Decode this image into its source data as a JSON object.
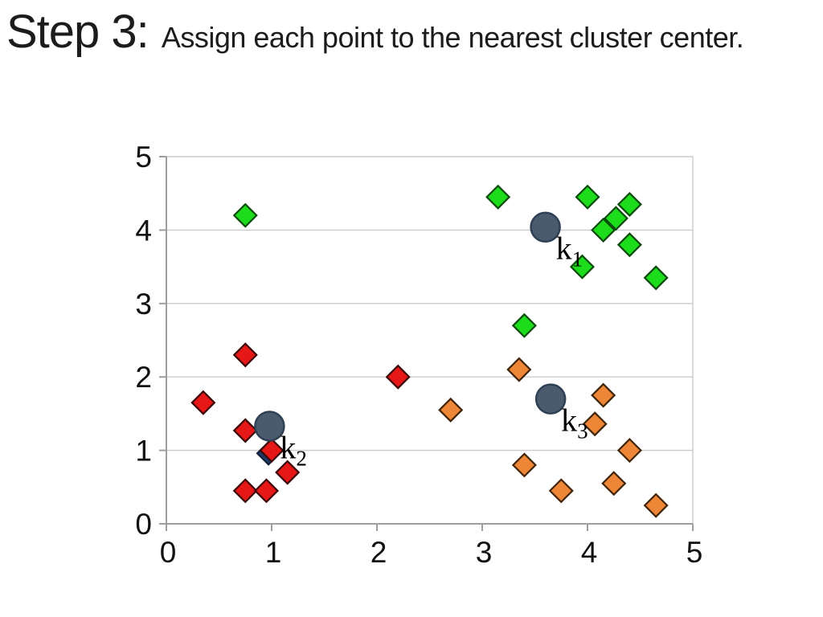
{
  "title": {
    "step": "Step 3:",
    "description": "Assign each point to the nearest cluster center."
  },
  "chart_data": {
    "type": "scatter",
    "title": "",
    "xlabel": "",
    "ylabel": "",
    "xlim": [
      0,
      5
    ],
    "ylim": [
      0,
      5
    ],
    "xticks": [
      "0",
      "1",
      "2",
      "3",
      "4",
      "5"
    ],
    "yticks": [
      "0",
      "1",
      "2",
      "3",
      "4",
      "5"
    ],
    "grid": "horizontal-only",
    "legend": "none",
    "colors": {
      "grid": "#cccccc",
      "axis": "#9e9e9e",
      "tick_text": "#111111",
      "center_fill": "#4a5b6e",
      "center_stroke": "#2f3f54",
      "label_text": "#000000"
    },
    "series": [
      {
        "name": "unassigned-navy-underlay",
        "marker": "diamond",
        "fill": "#1f3864",
        "stroke": "#10203c",
        "points": [
          [
            0.97,
            0.96
          ]
        ]
      },
      {
        "name": "cluster-1-green",
        "marker": "diamond",
        "fill": "#1cdc1c",
        "stroke": "#0a4a0a",
        "points": [
          [
            0.75,
            4.2
          ],
          [
            3.15,
            4.45
          ],
          [
            4.0,
            4.45
          ],
          [
            4.4,
            4.35
          ],
          [
            4.27,
            4.16
          ],
          [
            4.15,
            4.0
          ],
          [
            4.4,
            3.8
          ],
          [
            3.95,
            3.5
          ],
          [
            4.65,
            3.35
          ],
          [
            3.4,
            2.7
          ]
        ]
      },
      {
        "name": "cluster-2-red",
        "marker": "diamond",
        "fill": "#e61717",
        "stroke": "#3c0505",
        "points": [
          [
            0.75,
            2.3
          ],
          [
            2.2,
            2.0
          ],
          [
            0.35,
            1.65
          ],
          [
            0.75,
            1.27
          ],
          [
            1.0,
            1.0
          ],
          [
            1.15,
            0.7
          ],
          [
            0.75,
            0.45
          ],
          [
            0.95,
            0.45
          ]
        ]
      },
      {
        "name": "cluster-3-orange",
        "marker": "diamond",
        "fill": "#ee8637",
        "stroke": "#402408",
        "points": [
          [
            3.35,
            2.1
          ],
          [
            2.7,
            1.55
          ],
          [
            4.15,
            1.75
          ],
          [
            4.07,
            1.36
          ],
          [
            4.4,
            1.0
          ],
          [
            3.4,
            0.8
          ],
          [
            3.75,
            0.45
          ],
          [
            4.25,
            0.55
          ],
          [
            4.65,
            0.25
          ]
        ]
      }
    ],
    "centers": [
      {
        "label": "k",
        "sub": "1",
        "x": 3.6,
        "y": 4.04
      },
      {
        "label": "k",
        "sub": "2",
        "x": 0.98,
        "y": 1.33
      },
      {
        "label": "k",
        "sub": "3",
        "x": 3.65,
        "y": 1.7
      }
    ]
  }
}
